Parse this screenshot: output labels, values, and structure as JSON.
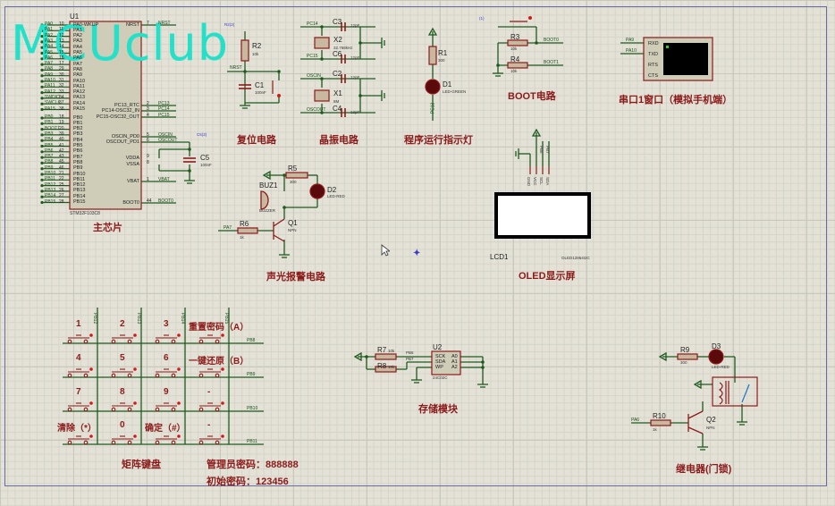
{
  "watermark": "MCUclub",
  "mcu": {
    "ref": "U1",
    "part": "STM32F103C8",
    "title": "主芯片",
    "left_pins": [
      "PA0-WKUP",
      "PA1",
      "PA2",
      "PA3",
      "PA4",
      "PA5",
      "PA6",
      "PA7",
      "PA8",
      "PA9",
      "PA10",
      "PA11",
      "PA12",
      "PA13",
      "PA14",
      "PA15",
      "PB0",
      "PB1",
      "PB2",
      "PB3",
      "PB4",
      "PB5",
      "PB6",
      "PB7",
      "PB8",
      "PB9",
      "PB10",
      "PB11",
      "PB12",
      "PB13",
      "PB14",
      "PB15"
    ],
    "left_nets": [
      "PA0",
      "PA1",
      "PA2",
      "PA3",
      "PA4",
      "PA5",
      "PA6",
      "PA7",
      "PA8",
      "PA9",
      "PA10",
      "PA11",
      "PA12",
      "SWDIO",
      "SWCLK",
      "PA15",
      "PB0",
      "PB1",
      "BOOT1",
      "PB3",
      "PB4",
      "PB5",
      "PB6",
      "PB7",
      "PB8",
      "PB9",
      "PB10",
      "PB11",
      "PB12",
      "PB13",
      "PB14",
      "PB15"
    ],
    "left_numbers": [
      "10",
      "11",
      "12",
      "13",
      "14",
      "15",
      "16",
      "17",
      "29",
      "30",
      "31",
      "32",
      "33",
      "34",
      "37",
      "38",
      "18",
      "19",
      "20",
      "39",
      "40",
      "41",
      "42",
      "43",
      "45",
      "46",
      "21",
      "22",
      "25",
      "26",
      "27",
      "28"
    ],
    "right_pins": [
      {
        "name": "NRST",
        "num": "7",
        "net": "NRST"
      },
      {
        "name": "PC13_RTC",
        "num": "2",
        "net": "PC13"
      },
      {
        "name": "PC14-OSC32_IN",
        "num": "3",
        "net": "PC14"
      },
      {
        "name": "PC15-OSC32_OUT",
        "num": "4",
        "net": "PC15"
      },
      {
        "name": "OSCIN_PD0",
        "num": "5",
        "net": "OSCIN"
      },
      {
        "name": "OSCOUT_PD1",
        "num": "6",
        "net": "OSCOUT"
      },
      {
        "name": "VDDA",
        "num": "9",
        "net": ""
      },
      {
        "name": "VSSA",
        "num": "8",
        "net": ""
      },
      {
        "name": "VBAT",
        "num": "1",
        "net": "VBAT"
      },
      {
        "name": "BOOT0",
        "num": "44",
        "net": "BOOT0"
      }
    ],
    "c5": {
      "ref": "C5",
      "value": "100nF",
      "probe": "C5(2)"
    }
  },
  "reset": {
    "title": "复位电路",
    "r2": {
      "ref": "R2",
      "value": "10k"
    },
    "c1": {
      "ref": "C1",
      "value": "100nF"
    },
    "net": "NRST",
    "probe": "R2(2)"
  },
  "crystal": {
    "title": "晶振电路",
    "c3": {
      "ref": "C3",
      "value": "12pF"
    },
    "c6": {
      "ref": "C6",
      "value": "12pF"
    },
    "c2": {
      "ref": "C2",
      "value": "12pF"
    },
    "c4": {
      "ref": "C4",
      "value": "12pF"
    },
    "x2": {
      "ref": "X2",
      "value": "32.768kHz"
    },
    "x1": {
      "ref": "X1",
      "value": "8M"
    },
    "nets": [
      "PC14",
      "PC15",
      "OSCIN",
      "OSCOUT"
    ]
  },
  "indicator": {
    "title": "程序运行指示灯",
    "r1": {
      "ref": "R1",
      "value": "300"
    },
    "d1": {
      "ref": "D1",
      "value": "LED-GREEN"
    },
    "net": "PC13"
  },
  "boot": {
    "title": "BOOT电路",
    "r3": {
      "ref": "R3",
      "value": "10k"
    },
    "r4": {
      "ref": "R4",
      "value": "10k"
    },
    "nets": [
      "BOOT0",
      "BOOT1"
    ],
    "probe": "(1)"
  },
  "uart": {
    "title": "串口1窗口（模拟手机端）",
    "pins": [
      "RXD",
      "TXD",
      "RTS",
      "CTS"
    ],
    "nets": [
      "PA9",
      "PA10"
    ]
  },
  "oled": {
    "title": "OLED显示屏",
    "ref": "LCD1",
    "part": "OLED12864I2C",
    "pins": [
      "GND",
      "VCC",
      "SCL",
      "SDA"
    ],
    "nets": [
      "PB6",
      "PB7"
    ]
  },
  "alarm": {
    "title": "声光报警电路",
    "r5": {
      "ref": "R5",
      "value": "300"
    },
    "d2": {
      "ref": "D2",
      "value": "LED-RED"
    },
    "buz": {
      "ref": "BUZ1",
      "value": "BUZZER"
    },
    "r6": {
      "ref": "R6",
      "value": "1k"
    },
    "q1": {
      "ref": "Q1",
      "value": "NPN"
    },
    "net": "PA7"
  },
  "keypad": {
    "title": "矩阵键盘",
    "keys": [
      "1",
      "2",
      "3",
      "重置密码（A）",
      "4",
      "5",
      "6",
      "一键还原（B）",
      "7",
      "8",
      "9",
      "-",
      "清除（*）",
      "0",
      "确定（#）",
      "-"
    ],
    "rows": [
      "PB8",
      "PB9",
      "PB10",
      "PB11"
    ],
    "cols": [
      "PB12",
      "PB13",
      "PB14",
      "PB15"
    ],
    "admin_password": "管理员密码：888888",
    "initial_password": "初始密码：123456"
  },
  "storage": {
    "title": "存储模块",
    "ref": "U2",
    "part": "24C02C",
    "r7": {
      "ref": "R7",
      "value": "10k"
    },
    "r8": {
      "ref": "R8",
      "value": "10k"
    },
    "left_pins": [
      {
        "name": "SCK",
        "num": "6"
      },
      {
        "name": "SDA",
        "num": "5"
      },
      {
        "name": "WP",
        "num": "7"
      }
    ],
    "right_pins": [
      {
        "name": "A0",
        "num": "1"
      },
      {
        "name": "A1",
        "num": "2"
      },
      {
        "name": "A2",
        "num": "3"
      }
    ],
    "nets": [
      "PB6",
      "PB7"
    ]
  },
  "relay": {
    "title": "继电器(门锁)",
    "r9": {
      "ref": "R9",
      "value": "300"
    },
    "d3": {
      "ref": "D3",
      "value": "LED-RED"
    },
    "r10": {
      "ref": "R10",
      "value": "1k"
    },
    "q2": {
      "ref": "Q2",
      "value": "NPN"
    },
    "net": "PA6"
  }
}
